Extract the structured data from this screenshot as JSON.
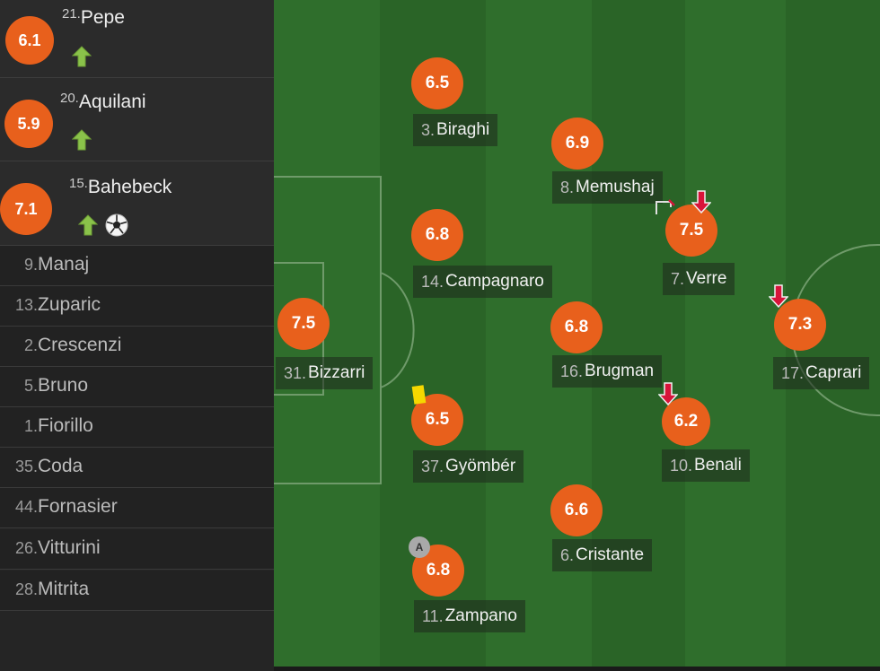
{
  "colors": {
    "rating": "#e8601c",
    "pitch_light": "#2f6e2c",
    "pitch_dark": "#2a6427",
    "sidebar": "#252525",
    "sub_on": "#8ac24a",
    "sub_off": "#d8143a",
    "yellow_card": "#f5d800"
  },
  "substitutes_in": [
    {
      "rating": "6.1",
      "number": "21.",
      "name": "Pepe",
      "icons": [
        "sub-on-arrow-icon"
      ]
    },
    {
      "rating": "5.9",
      "number": "20.",
      "name": "Aquilani",
      "icons": [
        "sub-on-arrow-icon"
      ]
    },
    {
      "rating": "7.1",
      "number": "15.",
      "name": "Bahebeck",
      "icons": [
        "sub-on-arrow-icon",
        "goal-ball-icon"
      ]
    }
  ],
  "bench": [
    {
      "number": "9.",
      "name": "Manaj"
    },
    {
      "number": "13.",
      "name": "Zuparic"
    },
    {
      "number": "2.",
      "name": "Crescenzi"
    },
    {
      "number": "5.",
      "name": "Bruno"
    },
    {
      "number": "1.",
      "name": "Fiorillo"
    },
    {
      "number": "35.",
      "name": "Coda"
    },
    {
      "number": "44.",
      "name": "Fornasier"
    },
    {
      "number": "26.",
      "name": "Vitturini"
    },
    {
      "number": "28.",
      "name": "Mitrita"
    }
  ],
  "lineup": [
    {
      "id": "bizzarri",
      "rating": "7.5",
      "number": "31.",
      "name": "Bizzarri",
      "icons": []
    },
    {
      "id": "biraghi",
      "rating": "6.5",
      "number": "3.",
      "name": "Biraghi",
      "icons": []
    },
    {
      "id": "campagnaro",
      "rating": "6.8",
      "number": "14.",
      "name": "Campagnaro",
      "icons": []
    },
    {
      "id": "gyomber",
      "rating": "6.5",
      "number": "37.",
      "name": "Gyömbér",
      "icons": [
        "yellow-card-icon"
      ]
    },
    {
      "id": "zampano",
      "rating": "6.8",
      "number": "11.",
      "name": "Zampano",
      "icons": [
        "captain-icon"
      ]
    },
    {
      "id": "memushaj",
      "rating": "6.9",
      "number": "8.",
      "name": "Memushaj",
      "icons": []
    },
    {
      "id": "brugman",
      "rating": "6.8",
      "number": "16.",
      "name": "Brugman",
      "icons": []
    },
    {
      "id": "cristante",
      "rating": "6.6",
      "number": "6.",
      "name": "Cristante",
      "icons": []
    },
    {
      "id": "verre",
      "rating": "7.5",
      "number": "7.",
      "name": "Verre",
      "icons": [
        "assist-icon",
        "sub-off-arrow-icon"
      ]
    },
    {
      "id": "benali",
      "rating": "6.2",
      "number": "10.",
      "name": "Benali",
      "icons": [
        "sub-off-arrow-icon"
      ]
    },
    {
      "id": "caprari",
      "rating": "7.3",
      "number": "17.",
      "name": "Caprari",
      "icons": [
        "sub-off-arrow-icon"
      ]
    }
  ],
  "captain_letter": "A"
}
